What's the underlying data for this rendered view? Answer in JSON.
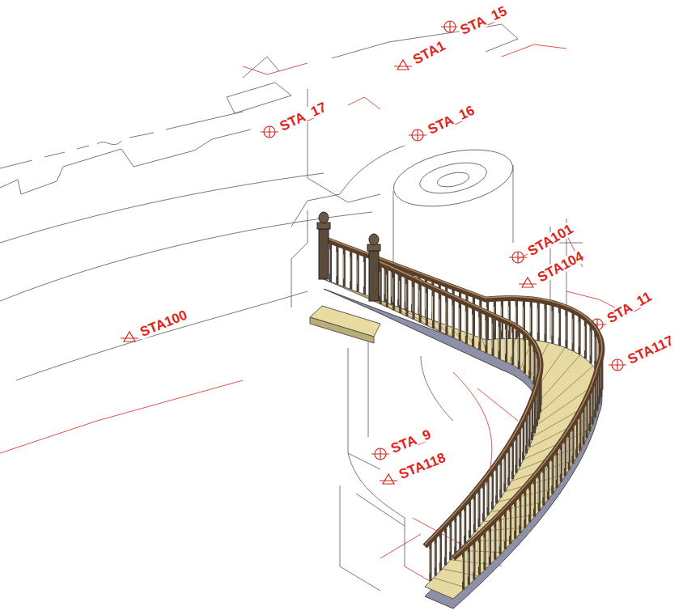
{
  "diagram": {
    "labels": [
      "STA_15",
      "STA1",
      "STA_17",
      "STA_16",
      "STA101",
      "STA104",
      "STA_11",
      "STA100",
      "STA117",
      "STA_9",
      "STA118"
    ]
  }
}
